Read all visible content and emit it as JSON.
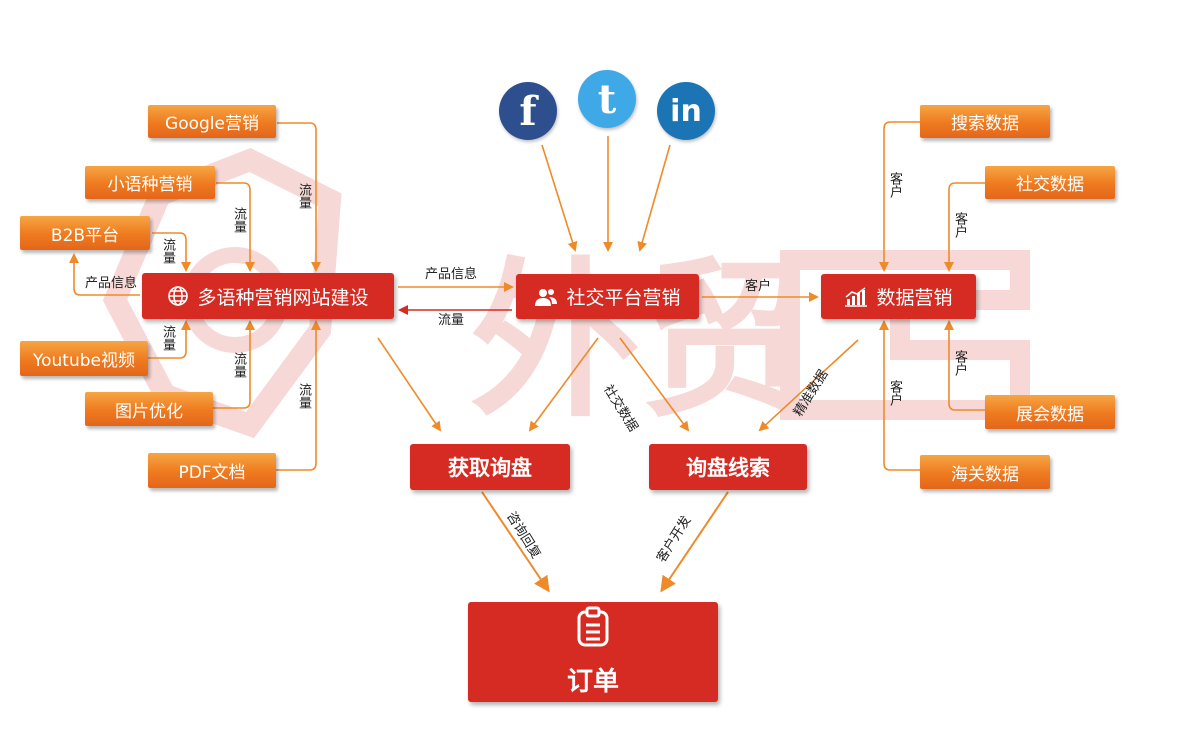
{
  "watermark_text": "外贸",
  "social": {
    "facebook": {
      "glyph": "f",
      "color": "#2d4f8e"
    },
    "twitter": {
      "glyph": "t",
      "color": "#3fa9e8"
    },
    "linkedin": {
      "glyph": "in",
      "color": "#1b75b5"
    }
  },
  "left_sources": {
    "google": "Google营销",
    "minor_lang": "小语种营销",
    "b2b": "B2B平台",
    "youtube": "Youtube视频",
    "image_opt": "图片优化",
    "pdf": "PDF文档"
  },
  "right_sources": {
    "search_data": "搜索数据",
    "social_data": "社交数据",
    "expo_data": "展会数据",
    "customs_data": "海关数据"
  },
  "main_nodes": {
    "website": "多语种营销网站建设",
    "social": "社交平台营销",
    "data": "数据营销",
    "inquiry": "获取询盘",
    "leads": "询盘线索",
    "order": "订单"
  },
  "edge_labels": {
    "traffic": "流量",
    "product_info": "产品信息",
    "customer": "客户",
    "social_data": "社交数据",
    "precise_data": "精准数据",
    "consult_reply": "咨询回复",
    "customer_dev": "客户开发"
  },
  "colors": {
    "orange": "#ee7a1f",
    "red": "#d52b22",
    "arrow": "#ef8a2a",
    "watermark": "#f6d4d2"
  }
}
